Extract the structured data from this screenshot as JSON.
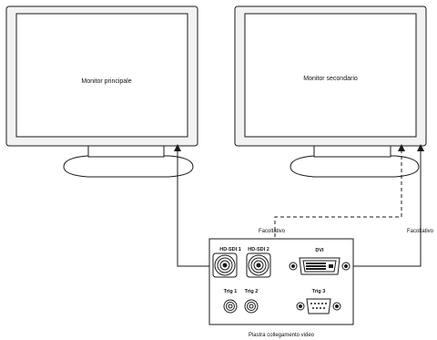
{
  "monitors": {
    "main_label": "Monitor principale",
    "secondary_label": "Monitor secondario"
  },
  "connections": {
    "optional_label_left": "Facoltativo",
    "optional_label_right": "Facoltativo"
  },
  "panel": {
    "title": "Piastra collegamento video",
    "ports": {
      "hdsdi1": "HD-SDI 1",
      "hdsdi2": "HD-SDI 2",
      "dvi": "DVI",
      "trig1": "Trig 1",
      "trig2": "Trig 2",
      "trig3": "Trig 3"
    }
  },
  "colors": {
    "line": "#1a1a1a",
    "bezel": "#f2f2f2",
    "screen": "#ffffff"
  }
}
